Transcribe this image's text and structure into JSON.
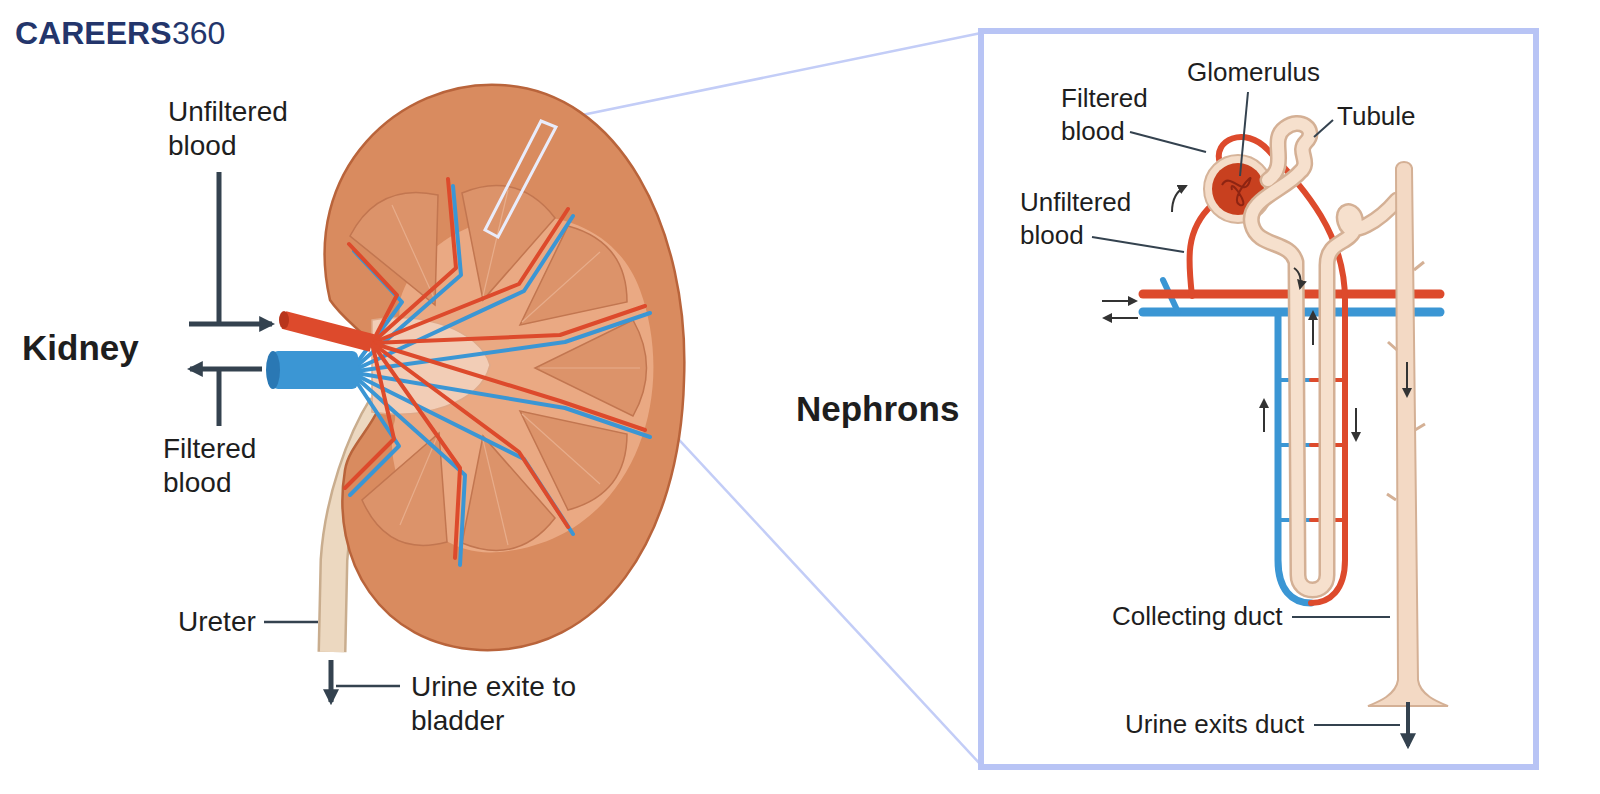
{
  "diagram": {
    "labels": [
      "CAREERS",
      "360",
      "Unfiltered blood",
      "Kidney",
      "Filtered blood",
      "Ureter",
      "Urine exite to bladder",
      "Nephrons",
      "Glomerulus",
      "Filtered blood",
      "Tubule",
      "Unfiltered blood",
      "Collecting duct",
      "Urine exits duct"
    ]
  }
}
